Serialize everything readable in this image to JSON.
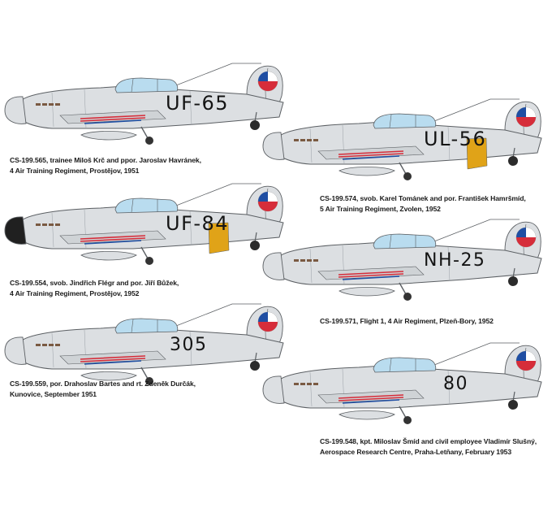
{
  "colors": {
    "fuselage": "#dcdfe2",
    "outline": "#5b5f63",
    "canopy": "#b9dcef",
    "roundel_red": "#d62d3a",
    "roundel_blue": "#1f4ea3",
    "roundel_white": "#ffffff",
    "yellow_panel": "#e0a318",
    "nose_black": "#202020",
    "text": "#1a1a1a"
  },
  "aircraft": [
    {
      "id": "cs-199-565",
      "code": "UF-65",
      "bold": true,
      "nose": "light",
      "yellow_band": false,
      "caption": [
        "CS-199.565, trainee Miloš Krč and ppor. Jaroslav Havránek,",
        "4 Air Training Regiment, Prostějov, 1951"
      ]
    },
    {
      "id": "cs-199-574",
      "code": "UL-56",
      "bold": true,
      "nose": "light",
      "yellow_band": true,
      "caption": [
        "CS-199.574, svob. Karel Tománek and por. František Hamršmíd,",
        "5 Air Training Regiment, Zvolen, 1952"
      ]
    },
    {
      "id": "cs-199-554",
      "code": "UF-84",
      "bold": true,
      "nose": "black",
      "yellow_band": true,
      "caption": [
        "CS-199.554, svob. Jindřich Flégr and por. Jiří Bůžek,",
        "4 Air Training Regiment, Prostějov, 1952"
      ]
    },
    {
      "id": "cs-199-571",
      "code": "NH-25",
      "bold": false,
      "nose": "light",
      "yellow_band": false,
      "caption": [
        "CS-199.571, Flight 1, 4 Air Regiment, Plzeň-Bory, 1952"
      ]
    },
    {
      "id": "cs-199-559",
      "code": "305",
      "bold": false,
      "nose": "light",
      "yellow_band": false,
      "caption": [
        "CS-199.559, por. Drahoslav Bartes and rt. Zdeněk Durčák,",
        "Kunovice, September 1951"
      ]
    },
    {
      "id": "cs-199-548",
      "code": "80",
      "bold": false,
      "nose": "light",
      "yellow_band": false,
      "caption": [
        "CS-199.548, kpt. Miloslav Šmíd and civil employee Vladimír Slušný,",
        "Aerospace Research Centre, Praha-Letňany, February 1953"
      ]
    }
  ]
}
